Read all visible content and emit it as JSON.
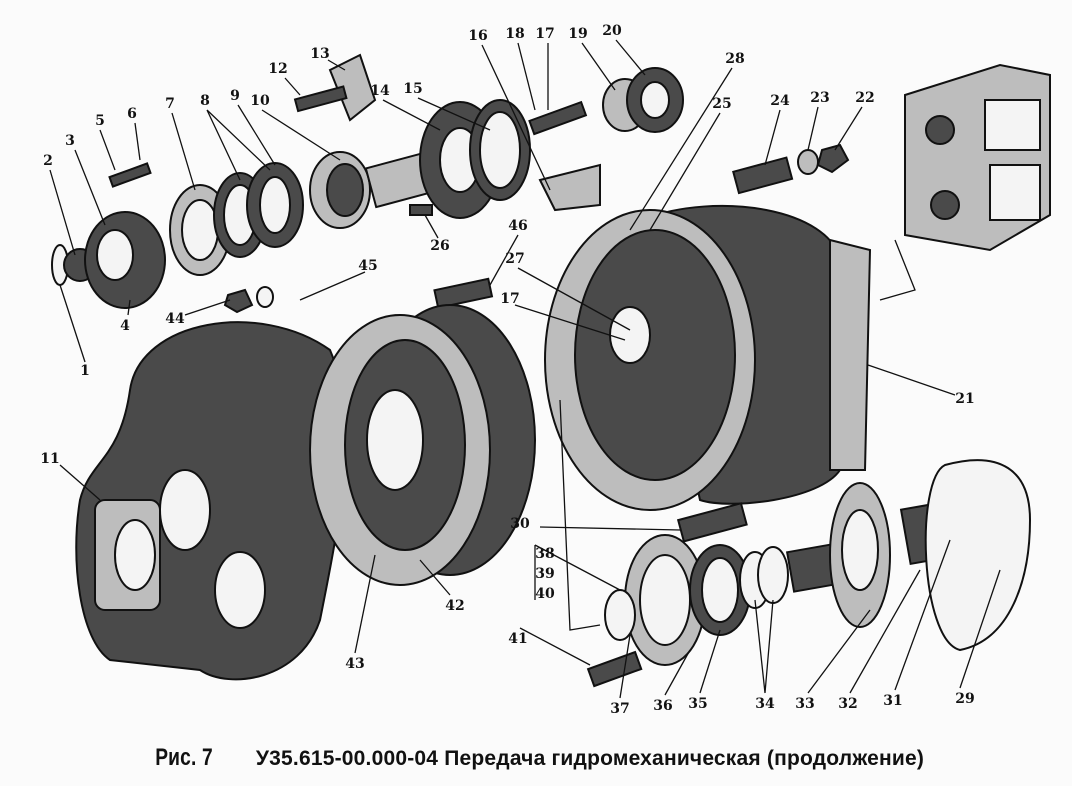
{
  "caption": {
    "figure": "Рис. 7",
    "title": "У35.615-00.000-04 Передача гидромеханическая (продолжение)"
  },
  "labels": [
    "1",
    "2",
    "3",
    "4",
    "5",
    "6",
    "7",
    "8",
    "9",
    "10",
    "11",
    "12",
    "13",
    "14",
    "15",
    "16",
    "17",
    "18",
    "19",
    "20",
    "21",
    "22",
    "23",
    "24",
    "25",
    "26",
    "27",
    "28",
    "17",
    "29",
    "30",
    "31",
    "32",
    "33",
    "34",
    "35",
    "36",
    "37",
    "38",
    "39",
    "40",
    "41",
    "42",
    "43",
    "44",
    "45",
    "46"
  ]
}
